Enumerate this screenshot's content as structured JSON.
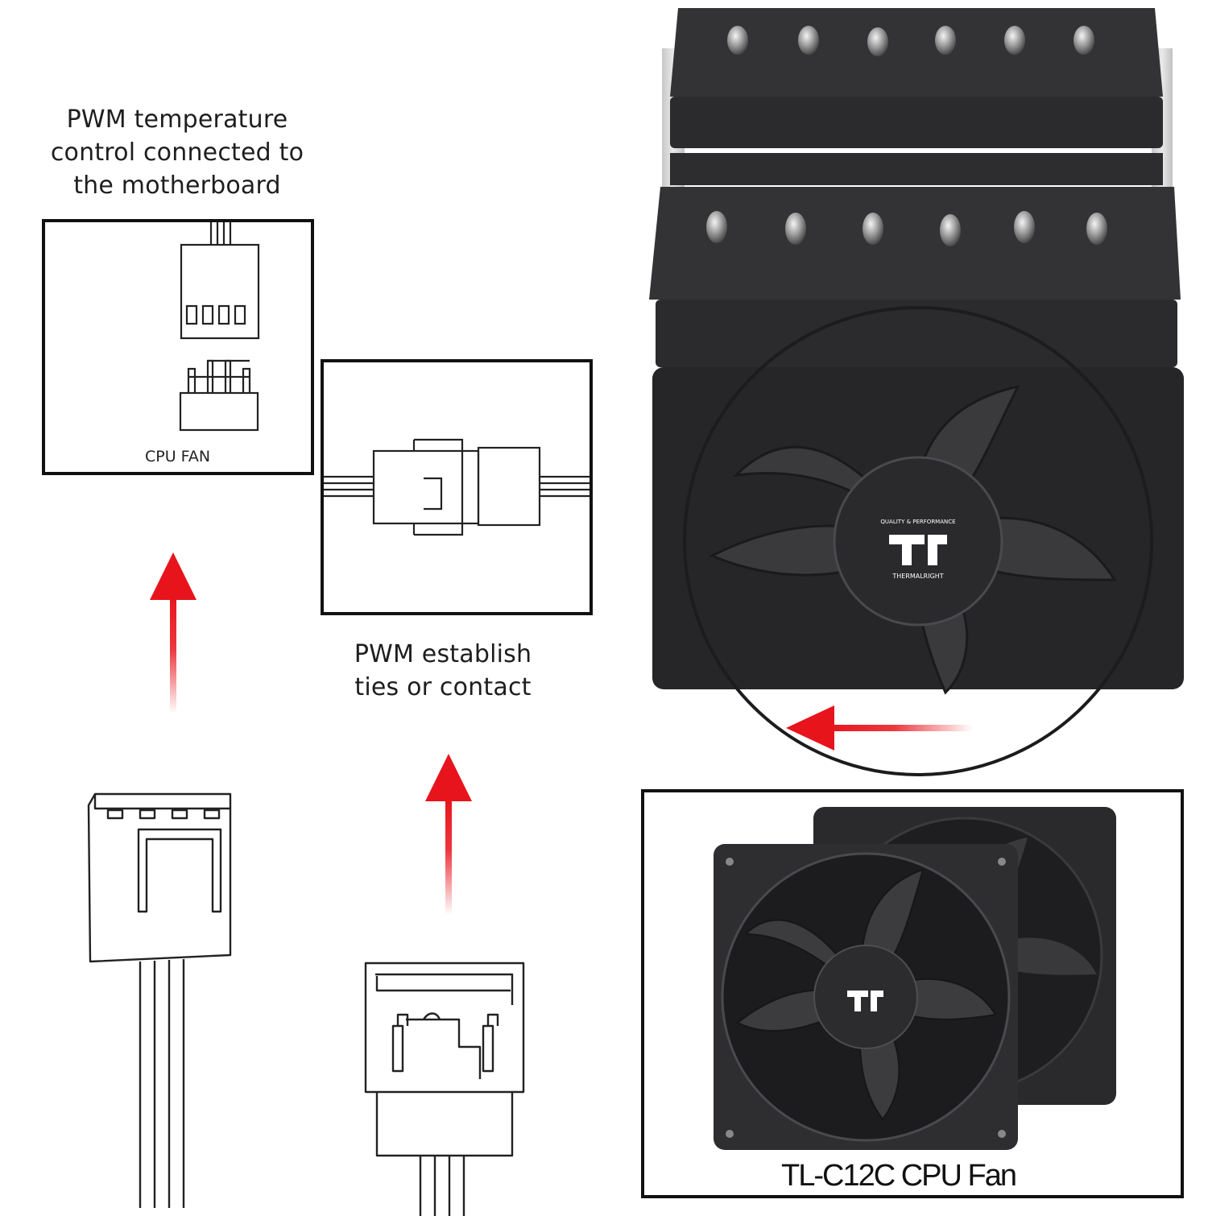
{
  "captions": {
    "motherboard": {
      "lines": [
        "PWM temperature",
        "control connected to",
        "the motherboard"
      ]
    },
    "establish": {
      "lines": [
        "PWM establish",
        "ties or contact"
      ]
    }
  },
  "labels": {
    "cpu_fan_header": "CPU FAN",
    "product_name": "TL-C12C CPU Fan"
  },
  "branding": {
    "tagline": "QUALITY & PERFORMANCE",
    "brand": "THERMALRIGHT"
  },
  "colors": {
    "arrow": "#e8141c",
    "fan_body": "#2a2a2c",
    "line_art": "#222222"
  },
  "icons": [
    "up-arrow-icon",
    "left-arrow-icon",
    "fan-icon",
    "connector-icon",
    "heatsink-icon"
  ]
}
